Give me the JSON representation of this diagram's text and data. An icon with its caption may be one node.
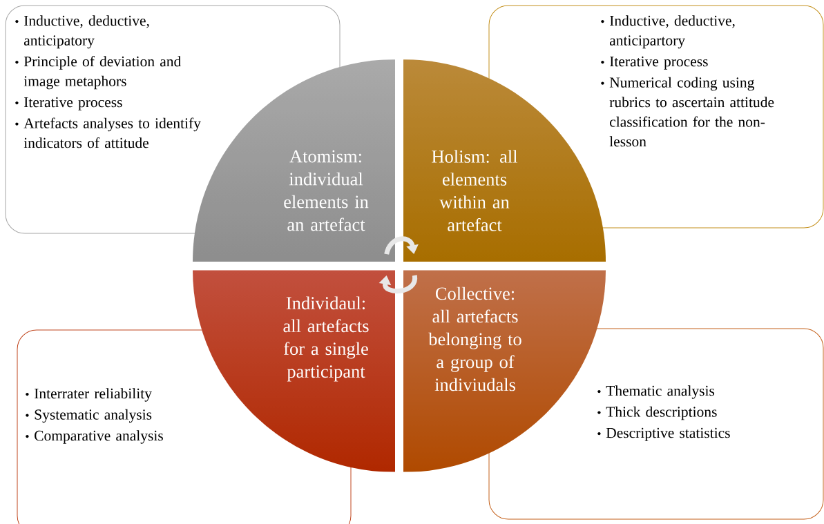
{
  "diagram": {
    "nodes": [
      {
        "text": [
          "Inductive, deductive, anticipatory",
          "Principle of deviation and image metaphors",
          "Iterative process",
          "Artefacts analyses to identify indicators of attitude"
        ]
      },
      {
        "text": [
          "Inductive, deductive, anticipartory",
          "Iterative process",
          "Numerical coding using rubrics to ascertain attitude classification for the non-lesson"
        ]
      },
      {
        "text": [
          "Atomism: individual elements in an artefact"
        ]
      },
      {
        "text": [
          "Holism: all elements within an artefact"
        ]
      },
      {
        "text": [
          "Individaul: all artefacts for a single participant"
        ]
      },
      {
        "text": [
          "Collective: all artefacts belonging to a group of indiviudals"
        ]
      },
      {
        "text": [
          "Interrater reliability",
          "Systematic analysis",
          "Comparative analysis"
        ]
      },
      {
        "text": [
          "Thematic analysis",
          "Thick descriptions",
          "Descriptive statistics"
        ]
      }
    ],
    "edges": [
      {
        "from": 2,
        "to": 3,
        "arrow": "to"
      },
      {
        "from": 5,
        "to": 4,
        "arrow": "to"
      }
    ]
  }
}
